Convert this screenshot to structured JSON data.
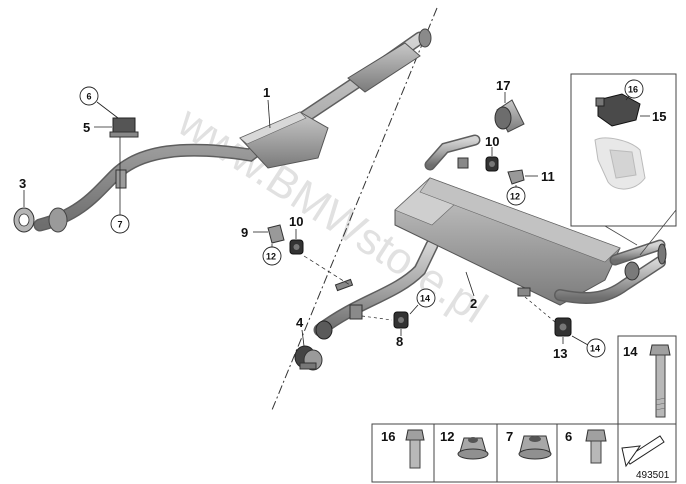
{
  "watermark": "www.BMWstore.pl",
  "diagram_id": "493501",
  "callouts": {
    "c1": "1",
    "c2": "2",
    "c3": "3",
    "c4": "4",
    "c5": "5",
    "c6": "6",
    "c7": "7",
    "c8": "8",
    "c9": "9",
    "c10a": "10",
    "c10b": "10",
    "c11": "11",
    "c12a": "12",
    "c12b": "12",
    "c13": "13",
    "c14a": "14",
    "c14b": "14",
    "c15": "15",
    "c16": "16",
    "c17": "17"
  },
  "legend": {
    "l14": "14",
    "l16": "16",
    "l12": "12",
    "l7": "7",
    "l6": "6"
  },
  "colors": {
    "pipe": "#a9a9a9",
    "pipe_dark": "#7d7d7d",
    "rubber": "#3a3a3a",
    "line": "#222222"
  }
}
